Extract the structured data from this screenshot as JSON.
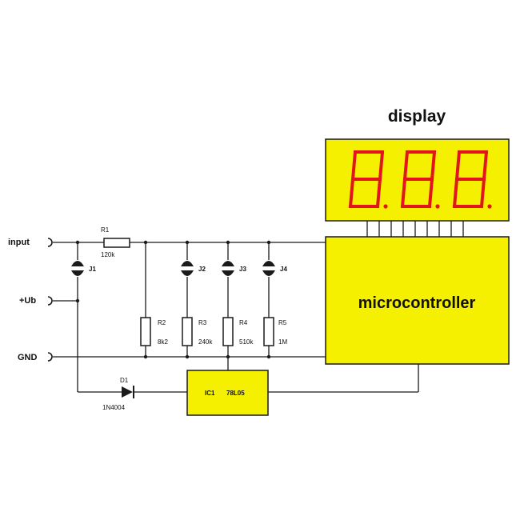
{
  "display": {
    "title": "display",
    "digits": [
      "8",
      "8",
      "8"
    ],
    "segment_color": "#e4141c"
  },
  "microcontroller": {
    "label": "microcontroller"
  },
  "regulator": {
    "ref": "IC1",
    "part": "78L05"
  },
  "terminals": {
    "input": "input",
    "ub": "+Ub",
    "gnd": "GND"
  },
  "resistors": [
    {
      "ref": "R1",
      "value": "120k"
    },
    {
      "ref": "R2",
      "value": "8k2"
    },
    {
      "ref": "R3",
      "value": "240k"
    },
    {
      "ref": "R4",
      "value": "510k"
    },
    {
      "ref": "R5",
      "value": "1M"
    }
  ],
  "jumpers": [
    "J1",
    "J2",
    "J3",
    "J4"
  ],
  "diode": {
    "ref": "D1",
    "part": "1N4004"
  },
  "colors": {
    "box_fill": "#f5f000",
    "wire": "#1a1a1a"
  }
}
